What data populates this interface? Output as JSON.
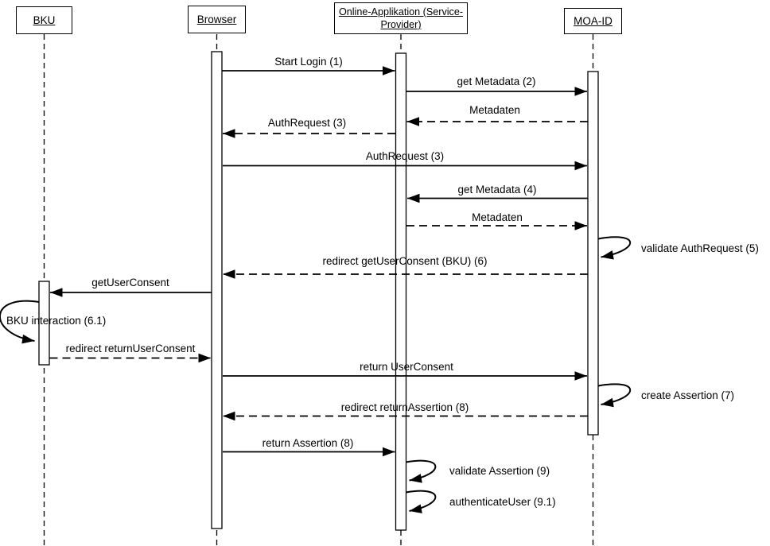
{
  "diagram": {
    "title": "MOA-ID login sequence diagram",
    "colors": {
      "line": "#000000",
      "background": "#ffffff"
    },
    "actors": {
      "bku": {
        "label": "BKU"
      },
      "browser": {
        "label": "Browser"
      },
      "online_app": {
        "line1": "Online-Applikation (Service-",
        "line2": "Provider)"
      },
      "moa_id": {
        "label": "MOA-ID"
      }
    },
    "messages": {
      "start_login": {
        "label": "Start Login (1)",
        "from": "Browser",
        "to": "Online-Applikation",
        "style": "solid"
      },
      "get_metadata_2": {
        "label": "get Metadata (2)",
        "from": "Online-Applikation",
        "to": "MOA-ID",
        "style": "solid"
      },
      "metadaten_1": {
        "label": "Metadaten",
        "from": "MOA-ID",
        "to": "Online-Applikation",
        "style": "dashed"
      },
      "auth_request_3_return": {
        "label": "AuthRequest (3)",
        "from": "Online-Applikation",
        "to": "Browser",
        "style": "dashed"
      },
      "auth_request_3_forward": {
        "label": "AuthRequest (3)",
        "from": "Browser",
        "to": "MOA-ID",
        "style": "solid"
      },
      "get_metadata_4": {
        "label": "get Metadata (4)",
        "from": "MOA-ID",
        "to": "Online-Applikation",
        "style": "solid"
      },
      "metadaten_2": {
        "label": "Metadaten",
        "from": "Online-Applikation",
        "to": "MOA-ID",
        "style": "dashed"
      },
      "redirect_get_user_consent": {
        "label": "redirect getUserConsent (BKU) (6)",
        "from": "MOA-ID",
        "to": "Browser",
        "style": "dashed"
      },
      "get_user_consent": {
        "label": "getUserConsent",
        "from": "Browser",
        "to": "BKU",
        "style": "solid"
      },
      "redirect_return_user_consent": {
        "label": "redirect returnUserConsent",
        "from": "BKU",
        "to": "Browser",
        "style": "dashed"
      },
      "return_user_consent": {
        "label": "return UserConsent",
        "from": "Browser",
        "to": "MOA-ID",
        "style": "solid"
      },
      "redirect_return_assertion": {
        "label": "redirect returnAssertion (8)",
        "from": "MOA-ID",
        "to": "Browser",
        "style": "dashed"
      },
      "return_assertion": {
        "label": "return Assertion (8)",
        "from": "Browser",
        "to": "Online-Applikation",
        "style": "solid"
      }
    },
    "self_messages": {
      "validate_auth_request": {
        "label": "validate AuthRequest (5)",
        "actor": "MOA-ID"
      },
      "bku_interaction": {
        "label": "BKU interaction (6.1)",
        "actor": "BKU"
      },
      "create_assertion": {
        "label": "create Assertion (7)",
        "actor": "MOA-ID"
      },
      "validate_assertion": {
        "label": "validate Assertion (9)",
        "actor": "Online-Applikation"
      },
      "authenticate_user": {
        "label": "authenticateUser (9.1)",
        "actor": "Online-Applikation"
      }
    }
  }
}
